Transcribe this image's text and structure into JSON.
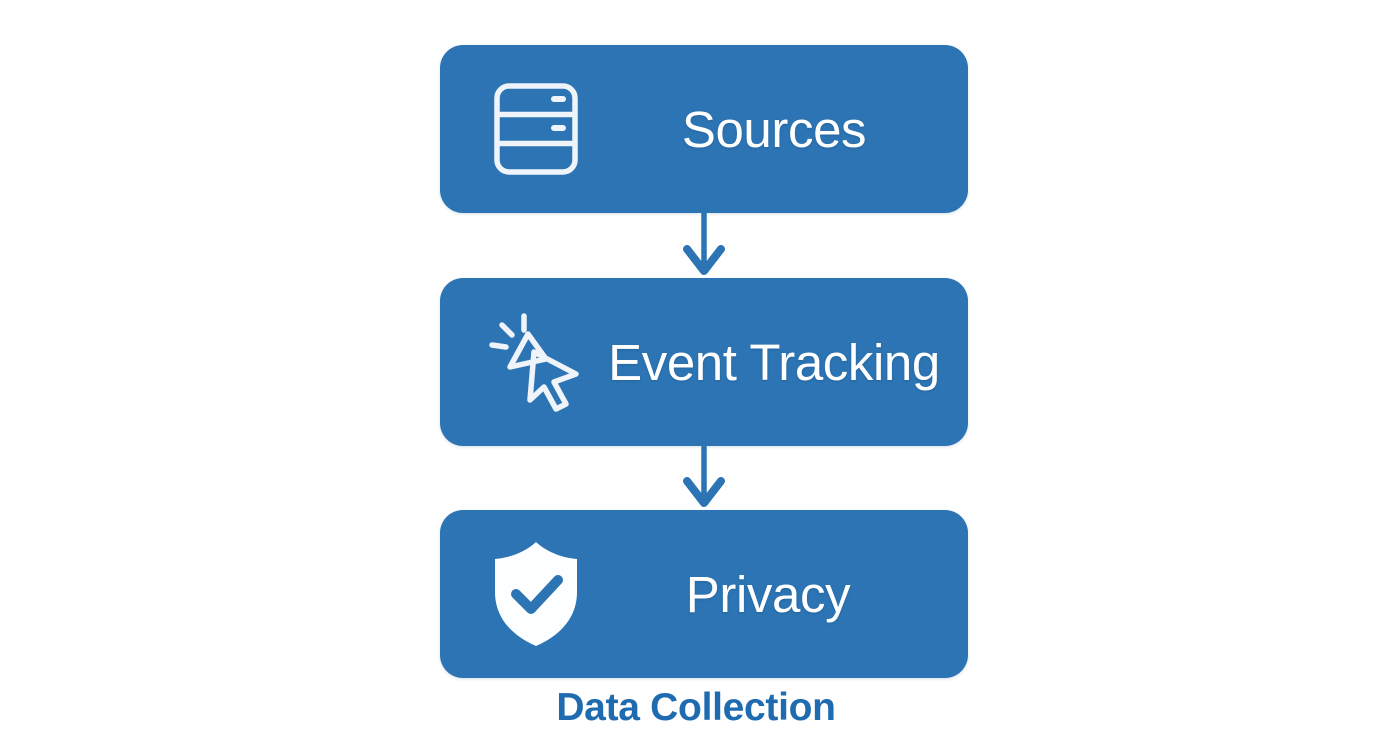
{
  "diagram": {
    "title": "Data Collection",
    "orientation": "vertical",
    "colors": {
      "background": "#FFFFFF",
      "node_fill": "#2C74B3",
      "node_label": "#FFFFFF",
      "icon_stroke": "#EEF4FA",
      "arrow": "#2C74B3",
      "caption": "#1F6BB0"
    },
    "nodes": [
      {
        "id": "sources",
        "label": "Sources",
        "icon": "server-rack-icon",
        "order": 1
      },
      {
        "id": "event-tracking",
        "label": "Event Tracking",
        "icon": "cursor-click-icon",
        "order": 2
      },
      {
        "id": "privacy",
        "label": "Privacy",
        "icon": "shield-check-icon",
        "order": 3
      }
    ],
    "connectors": [
      {
        "id": "arrow-1",
        "from": "sources",
        "to": "event-tracking",
        "icon": "arrow-down-icon"
      },
      {
        "id": "arrow-2",
        "from": "event-tracking",
        "to": "privacy",
        "icon": "arrow-down-icon"
      }
    ],
    "caption": "Data Collection"
  }
}
